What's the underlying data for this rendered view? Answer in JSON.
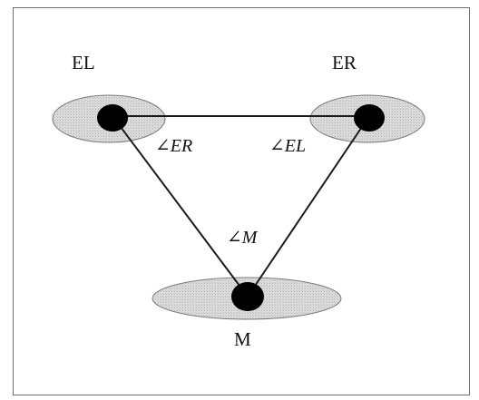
{
  "diagram": {
    "nodes": {
      "left": {
        "label": "EL"
      },
      "right": {
        "label": "ER"
      },
      "bottom": {
        "label": "M"
      }
    },
    "angles": {
      "at_left": "∠ER",
      "at_right": "∠EL",
      "at_bottom": "∠M"
    },
    "colors": {
      "ellipse_fill": "#d4d4d4",
      "ellipse_stroke": "#777777",
      "dot": "#000000",
      "line": "#1a1a1a",
      "frame": "#6f6f6f"
    }
  }
}
